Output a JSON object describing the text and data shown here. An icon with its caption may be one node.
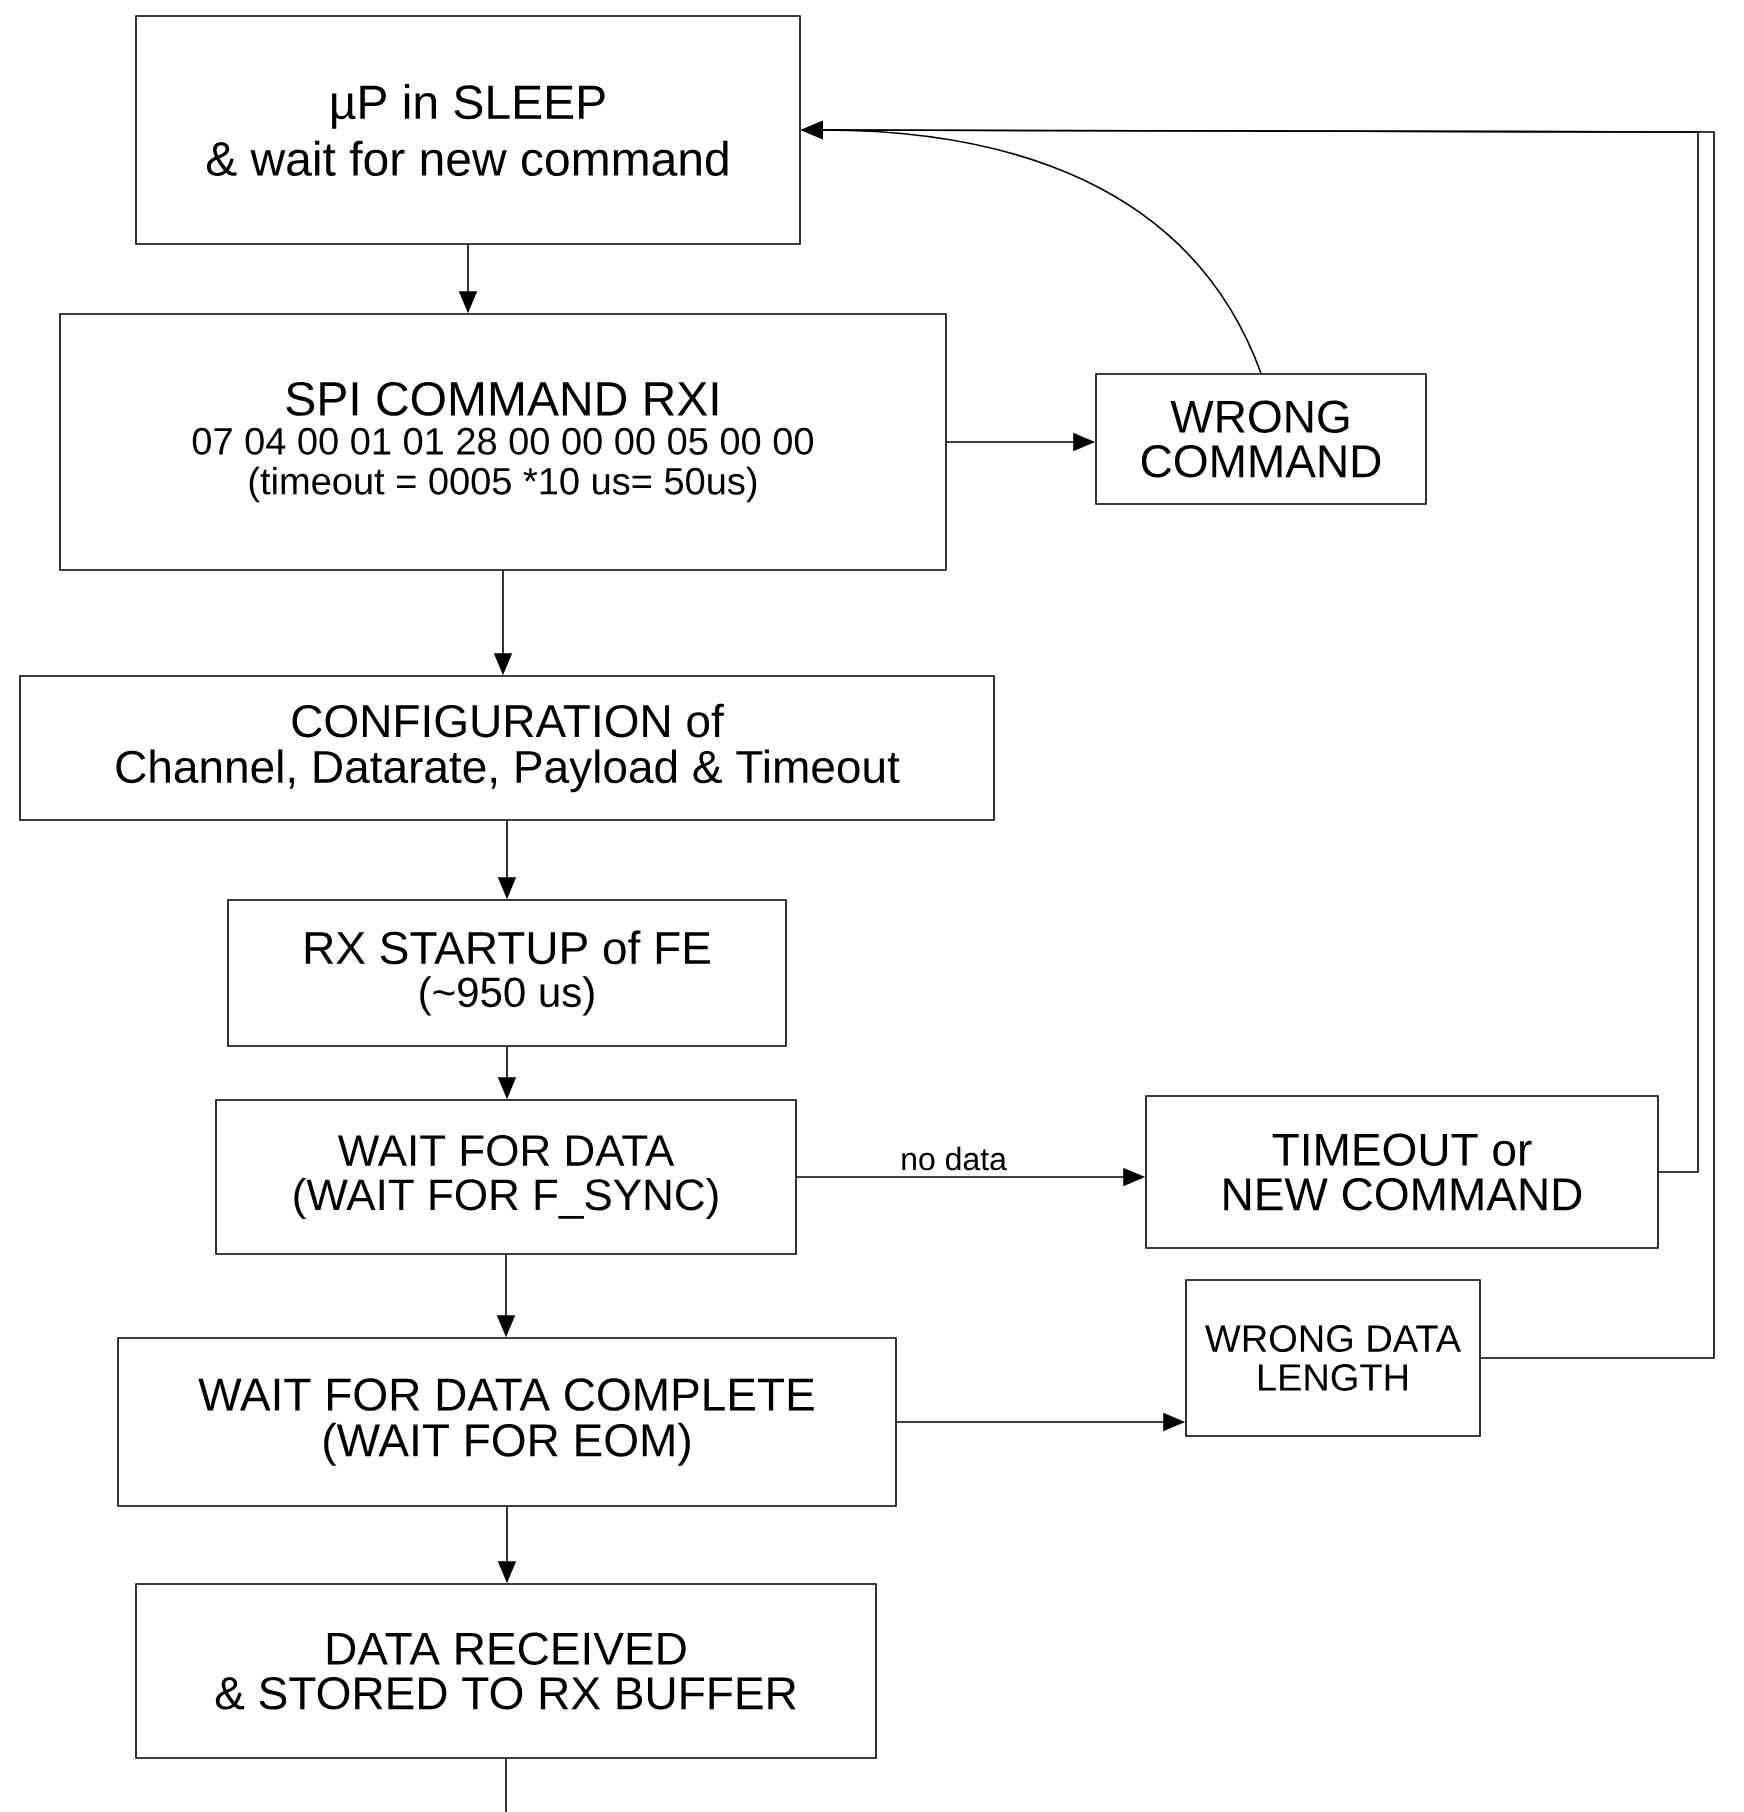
{
  "diagram": {
    "nodes": [
      {
        "text": [
          "µP in SLEEP",
          "& wait for new command"
        ]
      },
      {
        "text": [
          "SPI COMMAND RXI",
          "07 04 00 01 01 28 00 00 00 05 00 00",
          "(timeout = 0005 *10 us= 50us)"
        ]
      },
      {
        "text": [
          "WRONG",
          "COMMAND"
        ]
      },
      {
        "text": [
          "CONFIGURATION of",
          "Channel, Datarate, Payload & Timeout"
        ]
      },
      {
        "text": [
          "RX STARTUP of FE",
          "(~950 us)"
        ]
      },
      {
        "text": [
          "WAIT FOR DATA",
          "(WAIT FOR F_SYNC)"
        ]
      },
      {
        "text": [
          "TIMEOUT or",
          "NEW COMMAND"
        ]
      },
      {
        "text": [
          "WAIT FOR DATA COMPLETE",
          "(WAIT FOR EOM)"
        ]
      },
      {
        "text": [
          "WRONG DATA",
          "LENGTH"
        ]
      },
      {
        "text": [
          "DATA RECEIVED",
          "& STORED TO RX BUFFER"
        ]
      }
    ],
    "edges": [
      {
        "from": 0,
        "to": 1,
        "arrow": "to"
      },
      {
        "from": 1,
        "to": 2,
        "arrow": "to"
      },
      {
        "from": 2,
        "to": 0,
        "arrow": "to"
      },
      {
        "from": 1,
        "to": 3,
        "arrow": "to"
      },
      {
        "from": 3,
        "to": 4,
        "arrow": "to"
      },
      {
        "from": 4,
        "to": 5,
        "arrow": "to"
      },
      {
        "from": 5,
        "to": 6,
        "arrow": "to",
        "label": "no data"
      },
      {
        "from": 6,
        "to": 0,
        "arrow": "to"
      },
      {
        "from": 5,
        "to": 7,
        "arrow": "to"
      },
      {
        "from": 7,
        "to": 8,
        "arrow": "to"
      },
      {
        "from": 8,
        "to": 0,
        "arrow": "to"
      },
      {
        "from": 7,
        "to": 9,
        "arrow": "to"
      },
      {
        "from": 9,
        "to": null,
        "arrow": "none"
      }
    ]
  }
}
